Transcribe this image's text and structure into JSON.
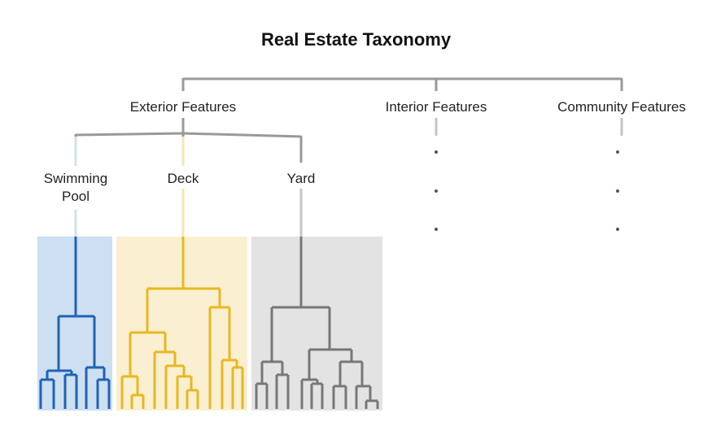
{
  "title": "Real Estate Taxonomy",
  "colors": {
    "trunk": "#999999",
    "connector_light": "#c9c9c9",
    "pool": "#1f63b6",
    "pool_bg": "#cddff0",
    "deck": "#e8b820",
    "deck_bg": "#faefd1",
    "yard": "#777777",
    "yard_bg": "#e3e3e3"
  },
  "categories": [
    {
      "id": "exterior",
      "label": "Exterior Features"
    },
    {
      "id": "interior",
      "label": "Interior Features"
    },
    {
      "id": "community",
      "label": "Community Features"
    }
  ],
  "subcategories": [
    {
      "id": "pool",
      "label": "Swimming Pool",
      "lines": [
        "Swimming",
        "Pool"
      ]
    },
    {
      "id": "deck",
      "label": "Deck",
      "lines": [
        "Deck"
      ]
    },
    {
      "id": "yard",
      "label": "Yard",
      "lines": [
        "Yard"
      ]
    }
  ],
  "ellipsis_icon": "vertical-ellipsis-icon"
}
